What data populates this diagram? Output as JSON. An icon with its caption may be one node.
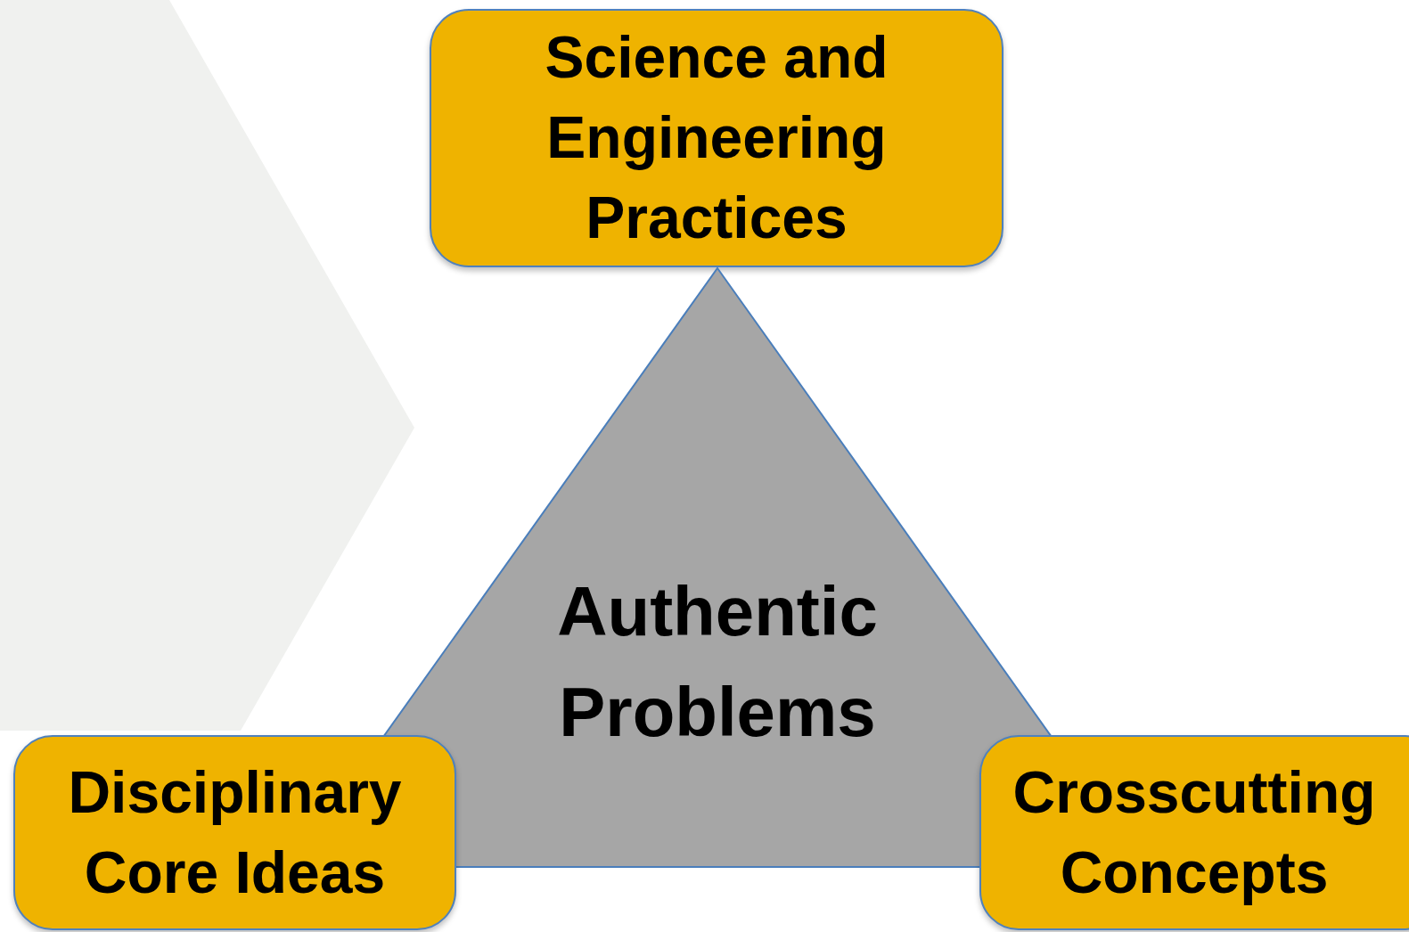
{
  "diagram": {
    "nodes": [
      {
        "text": [
          "Science and Engineering Practices"
        ]
      },
      {
        "text": [
          "Authentic Problems"
        ]
      },
      {
        "text": [
          "Disciplinary Core Ideas"
        ]
      },
      {
        "text": [
          "Crosscutting Concepts"
        ]
      }
    ]
  }
}
